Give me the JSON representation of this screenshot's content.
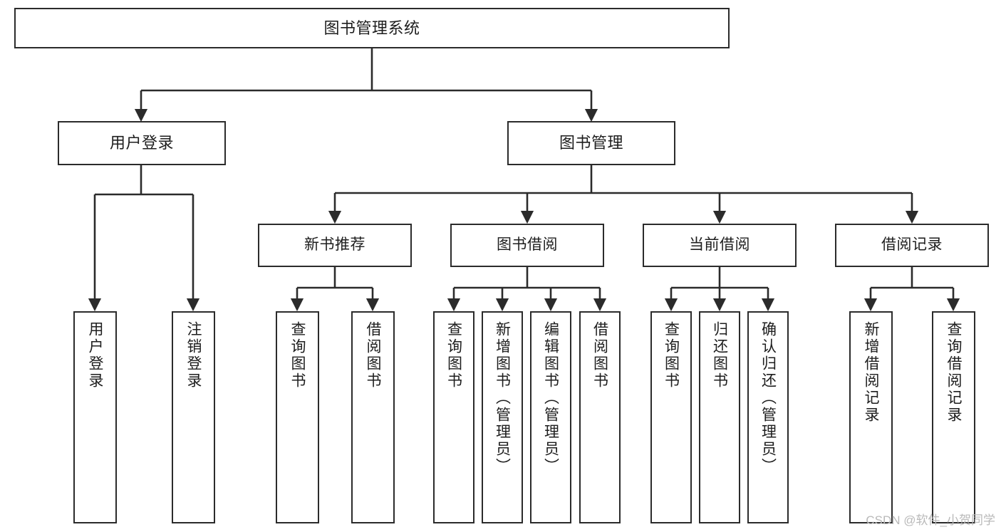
{
  "diagram": {
    "title": "图书管理系统",
    "type": "tree-hierarchy",
    "background_color": "#ffffff",
    "box_border_color": "#2b2b2b",
    "connector_color": "#2b2b2b"
  },
  "watermark": {
    "text": "CSDN @软件_小贺同学",
    "color": "#b9b9b9"
  },
  "nodes": {
    "root": {
      "label": "图书管理系统"
    },
    "level2": [
      {
        "id": "user-login",
        "label": "用户登录"
      },
      {
        "id": "book-management",
        "label": "图书管理"
      }
    ],
    "level3": [
      {
        "id": "new-book-recommend",
        "label": "新书推荐"
      },
      {
        "id": "book-borrow",
        "label": "图书借阅"
      },
      {
        "id": "current-borrow",
        "label": "当前借阅"
      },
      {
        "id": "borrow-record",
        "label": "借阅记录"
      }
    ],
    "leaves": {
      "user_login": [
        {
          "id": "leaf-user-login",
          "label": "用户登录"
        },
        {
          "id": "leaf-logout-login",
          "label": "注销登录"
        }
      ],
      "new_book_recommend": [
        {
          "id": "leaf-query-book-1",
          "label": "查询图书"
        },
        {
          "id": "leaf-borrow-book-1",
          "label": "借阅图书"
        }
      ],
      "book_borrow": [
        {
          "id": "leaf-query-book-2",
          "label": "查询图书"
        },
        {
          "id": "leaf-add-book",
          "label": "新增图书（管理员）"
        },
        {
          "id": "leaf-edit-book",
          "label": "编辑图书（管理员）"
        },
        {
          "id": "leaf-borrow-book-2",
          "label": "借阅图书"
        }
      ],
      "current_borrow": [
        {
          "id": "leaf-query-book-3",
          "label": "查询图书"
        },
        {
          "id": "leaf-return-book",
          "label": "归还图书"
        },
        {
          "id": "leaf-confirm-return",
          "label": "确认归还（管理员）"
        }
      ],
      "borrow_record": [
        {
          "id": "leaf-add-record",
          "label": "新增借阅记录"
        },
        {
          "id": "leaf-query-record",
          "label": "查询借阅记录"
        }
      ]
    }
  }
}
